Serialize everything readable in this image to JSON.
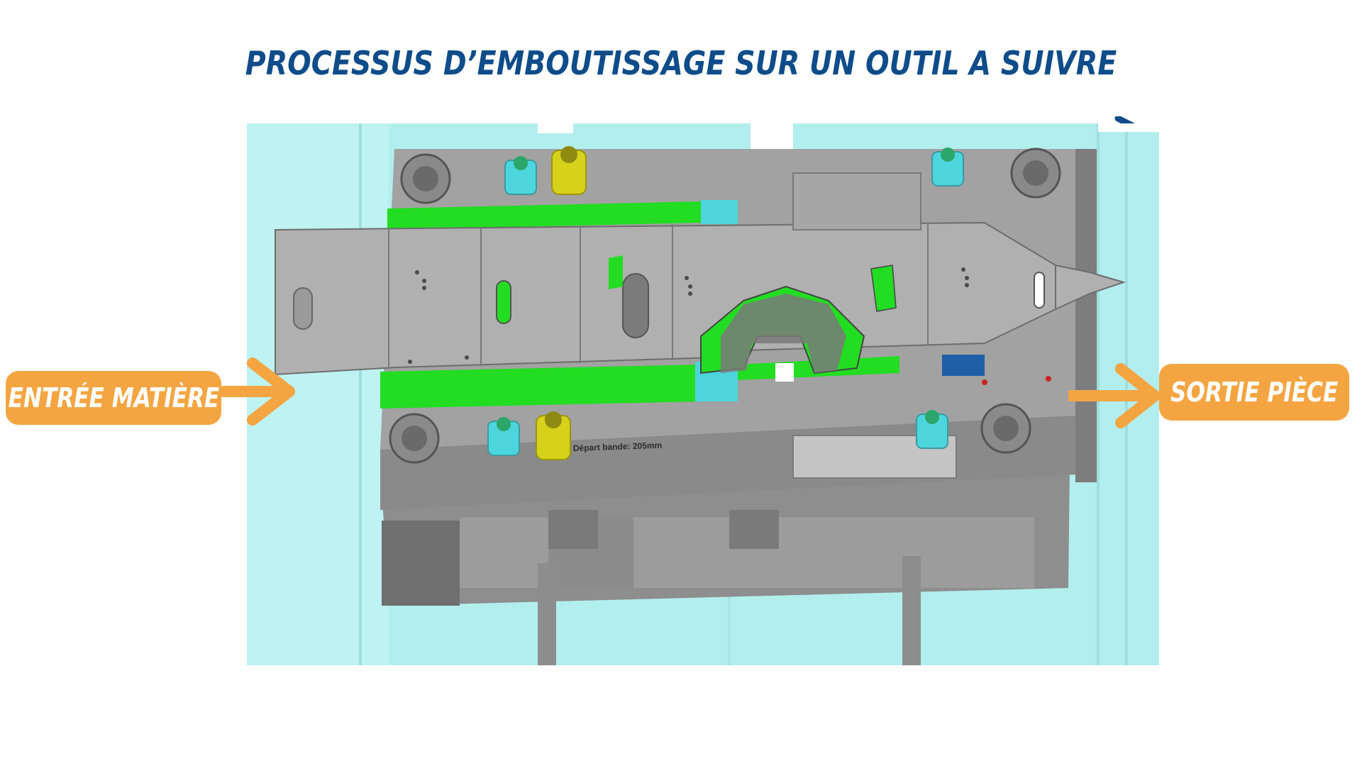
{
  "title": "PROCESSUS D’EMBOUTISSAGE SUR UN OUTIL A SUIVRE",
  "labels": {
    "entree": "ENTRÉE MATIÈRE",
    "sortie": "SORTIE PIÈCE"
  },
  "tool": {
    "engraving": "Départ bande: 205mm"
  },
  "colors": {
    "title": "#0f4c8a",
    "flow_arrow": "#0f4c8a",
    "accent_orange": "#f4a542",
    "background_cyan": "#b3eeee",
    "steel_gray": "#a9a9a9",
    "guide_green": "#22dd22",
    "pilot_cyan": "#4dd5dd",
    "spring_yellow": "#d6d11a",
    "block_blue": "#1f5fa8"
  },
  "icons": {
    "flow": "dashed-right-arrow-icon",
    "input": "orange-right-arrow-icon",
    "output": "orange-right-arrow-icon"
  }
}
